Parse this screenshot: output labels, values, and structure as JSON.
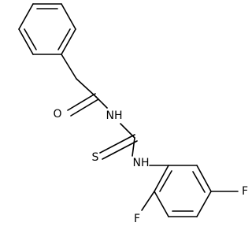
{
  "structure": {
    "atoms": {
      "oxygen": "O",
      "nh_amide": "NH",
      "sulfur": "S",
      "nh_aryl": "NH",
      "fluorine_ortho": "F",
      "fluorine_para": "F"
    },
    "colors": {
      "bond": "#000000",
      "label": "#000000",
      "background": "#ffffff"
    }
  }
}
